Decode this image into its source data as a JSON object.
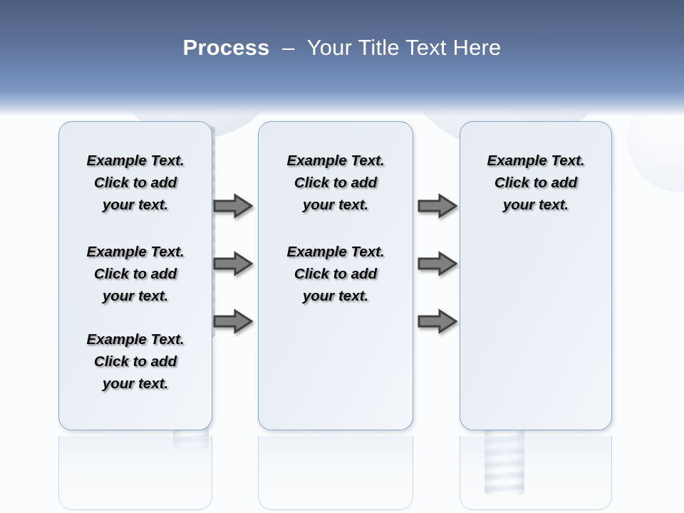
{
  "slide": {
    "title_strong": "Process",
    "title_rest": "  –  Your Title Text Here",
    "accent_color": "#6d87b5",
    "box_border_color": "#8ba5c6",
    "box_fill_color": "#e9eef5",
    "arrow_fill_color": "#808080",
    "arrow_stroke_color": "#404040",
    "text_color": "#0c0c0c"
  },
  "boxes": [
    {
      "name": "process-box-1",
      "blocks": [
        "Example Text.\nClick  to add\nyour text.",
        "Example Text.\nClick  to add\nyour text.",
        "Example Text.\nClick  to add\nyour text."
      ]
    },
    {
      "name": "process-box-2",
      "blocks": [
        "Example Text.\nClick  to add\nyour text.",
        "Example Text.\nClick  to add\nyour text."
      ]
    },
    {
      "name": "process-box-3",
      "blocks": [
        "Example Text.\nClick  to add\nyour text."
      ]
    }
  ],
  "arrows": {
    "icon": "arrow-right-icon",
    "count_per_gap": 3,
    "gaps": 2
  }
}
